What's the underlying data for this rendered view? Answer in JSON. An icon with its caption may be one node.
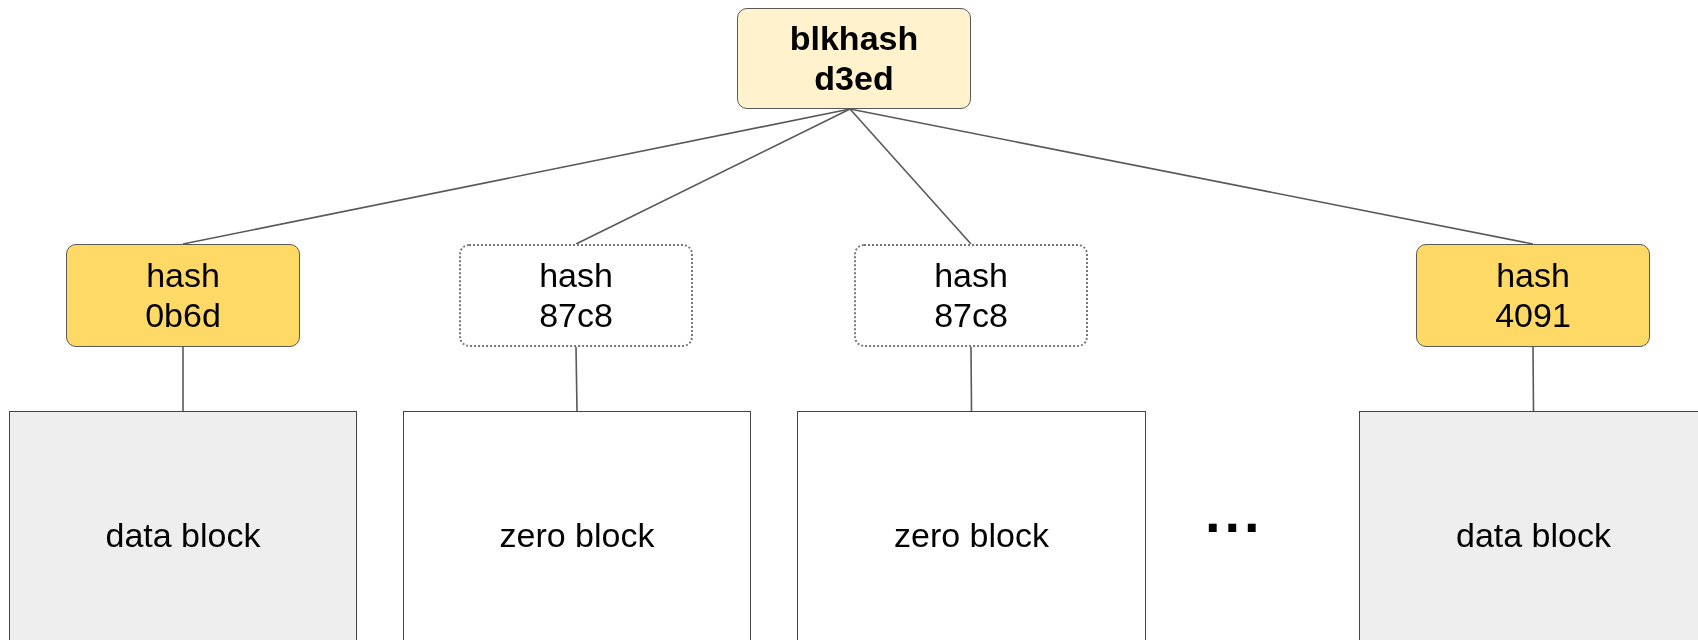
{
  "diagram": {
    "nodes": [
      {
        "text": [
          "blkhash d3ed"
        ]
      },
      {
        "text": [
          "hash 0b6d"
        ]
      },
      {
        "text": [
          "hash 87c8"
        ]
      },
      {
        "text": [
          "hash 87c8"
        ]
      },
      {
        "text": [
          "hash 4091"
        ]
      },
      {
        "text": [
          "data block"
        ]
      },
      {
        "text": [
          "zero block"
        ]
      },
      {
        "text": [
          "zero block"
        ]
      },
      {
        "text": [
          "data block"
        ]
      }
    ],
    "edges": [
      {
        "from": 0,
        "to": 1,
        "arrow": "none"
      },
      {
        "from": 0,
        "to": 2,
        "arrow": "none"
      },
      {
        "from": 0,
        "to": 3,
        "arrow": "none"
      },
      {
        "from": 0,
        "to": 4,
        "arrow": "none"
      },
      {
        "from": 1,
        "to": 5,
        "arrow": "none"
      },
      {
        "from": 2,
        "to": 6,
        "arrow": "none"
      },
      {
        "from": 3,
        "to": 7,
        "arrow": "none"
      },
      {
        "from": 4,
        "to": 8,
        "arrow": "none"
      }
    ],
    "labels": [
      "..."
    ]
  }
}
